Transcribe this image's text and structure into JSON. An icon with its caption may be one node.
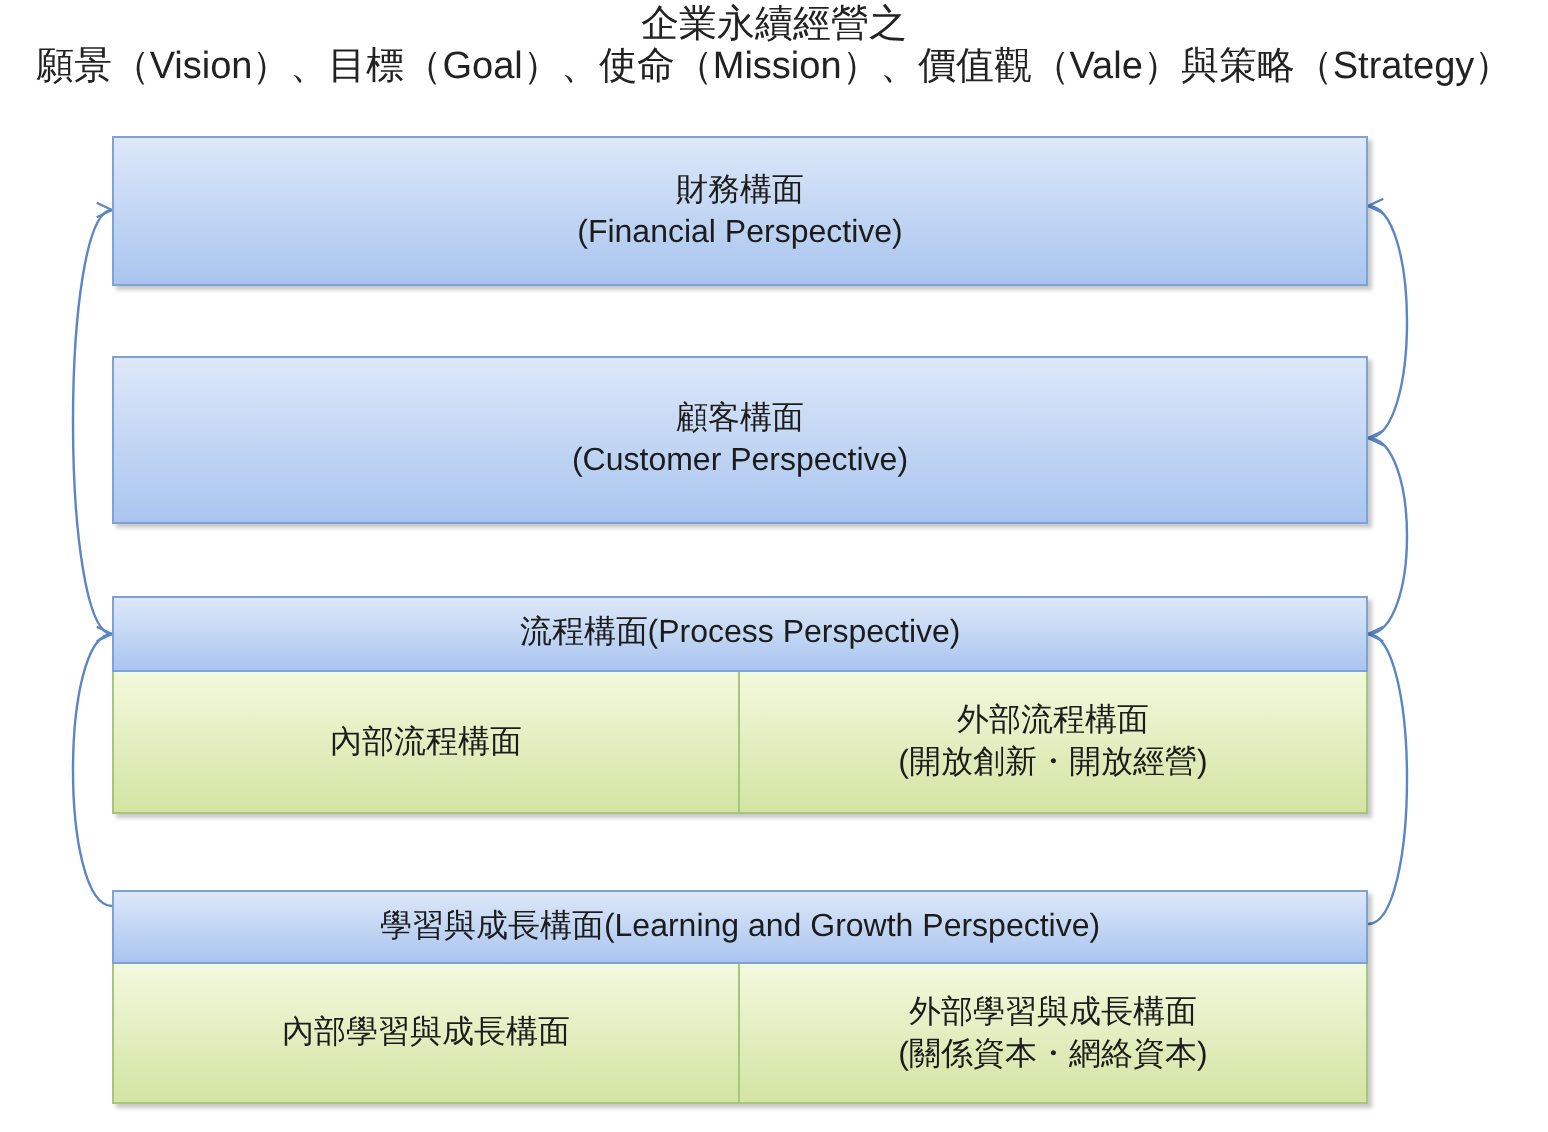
{
  "diagram": {
    "title": "企業永續經營之願景（Vision）、目標（Goal）、使命（Mission）、價值觀（Vale）與策略（Strategy）",
    "nodes": [
      {
        "text": [
          "財務構面",
          "(Financial Perspective)"
        ]
      },
      {
        "text": [
          "顧客構面",
          "(Customer Perspective)"
        ]
      },
      {
        "text": [
          "流程構面(Process Perspective)"
        ]
      },
      {
        "text": [
          "內部流程構面"
        ],
        "in": 2
      },
      {
        "text": [
          "外部流程構面",
          "(開放創新・開放經營)"
        ],
        "in": 2
      },
      {
        "text": [
          "學習與成長構面(Learning and Growth Perspective)"
        ]
      },
      {
        "text": [
          "內部學習與成長構面"
        ],
        "in": 5
      },
      {
        "text": [
          "外部學習與成長構面",
          "(關係資本・網絡資本)"
        ],
        "in": 5
      }
    ],
    "edges": [
      {
        "from": 5,
        "to": 2,
        "arrow": "to"
      },
      {
        "from": 2,
        "to": 0,
        "arrow": "to"
      },
      {
        "from": 5,
        "to": 2,
        "arrow": "to"
      },
      {
        "from": 2,
        "to": 1,
        "arrow": "to"
      },
      {
        "from": 1,
        "to": 0,
        "arrow": "to"
      }
    ]
  }
}
